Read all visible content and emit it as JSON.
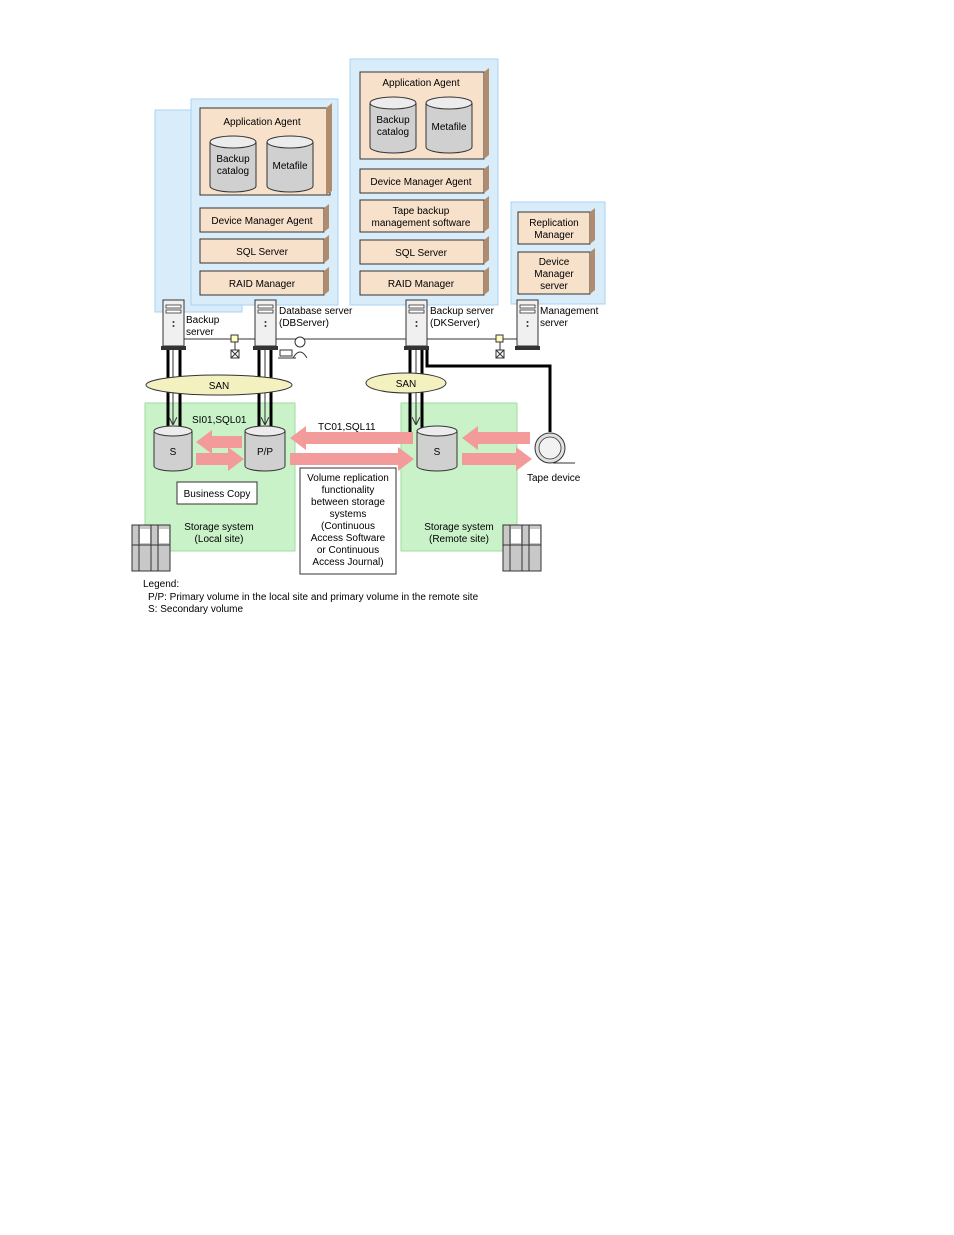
{
  "db_server_group": {
    "app_agent": {
      "title": "Application Agent",
      "backup_catalog_1": "Backup",
      "backup_catalog_2": "catalog",
      "metafile": "Metafile"
    },
    "device_manager_agent": "Device Manager Agent",
    "sql_server": "SQL Server",
    "raid_manager": "RAID Manager"
  },
  "dk_server_group": {
    "app_agent": {
      "title": "Application Agent",
      "backup_catalog_1": "Backup",
      "backup_catalog_2": "catalog",
      "metafile": "Metafile"
    },
    "device_manager_agent": "Device Manager Agent",
    "tape_backup_1": "Tape backup",
    "tape_backup_2": "management software",
    "sql_server": "SQL Server",
    "raid_manager": "RAID Manager"
  },
  "mgmt_group": {
    "replication_manager_1": "Replication",
    "replication_manager_2": "Manager",
    "device_manager_1": "Device",
    "device_manager_2": "Manager",
    "device_manager_3": "server"
  },
  "servers": {
    "backup_1": "Backup",
    "backup_2": "server",
    "database_1": "Database server",
    "database_2": "(DBServer)",
    "backup_dk_1": "Backup server",
    "backup_dk_2": "(DKServer)",
    "management_1": "Management",
    "management_2": "server"
  },
  "san_left": "SAN",
  "san_right": "SAN",
  "local_site": {
    "copy_pair_label": "SI01,SQL01",
    "vol_s": "S",
    "vol_pp": "P/P",
    "business_copy": "Business Copy",
    "storage_1": "Storage system",
    "storage_2": "(Local site)"
  },
  "remote_site": {
    "copy_pair_label": "TC01,SQL11",
    "vol_s": "S",
    "storage_1": "Storage system",
    "storage_2": "(Remote site)"
  },
  "tape_device": "Tape device",
  "replication_note": [
    "Volume replication",
    "functionality",
    "between storage",
    "systems",
    "(Continuous",
    "Access Software",
    "or Continuous",
    "Access Journal)"
  ],
  "legend": {
    "title": "Legend:",
    "pp": "P/P: Primary volume in the local site and primary volume in the remote site",
    "s": "S: Secondary volume"
  }
}
